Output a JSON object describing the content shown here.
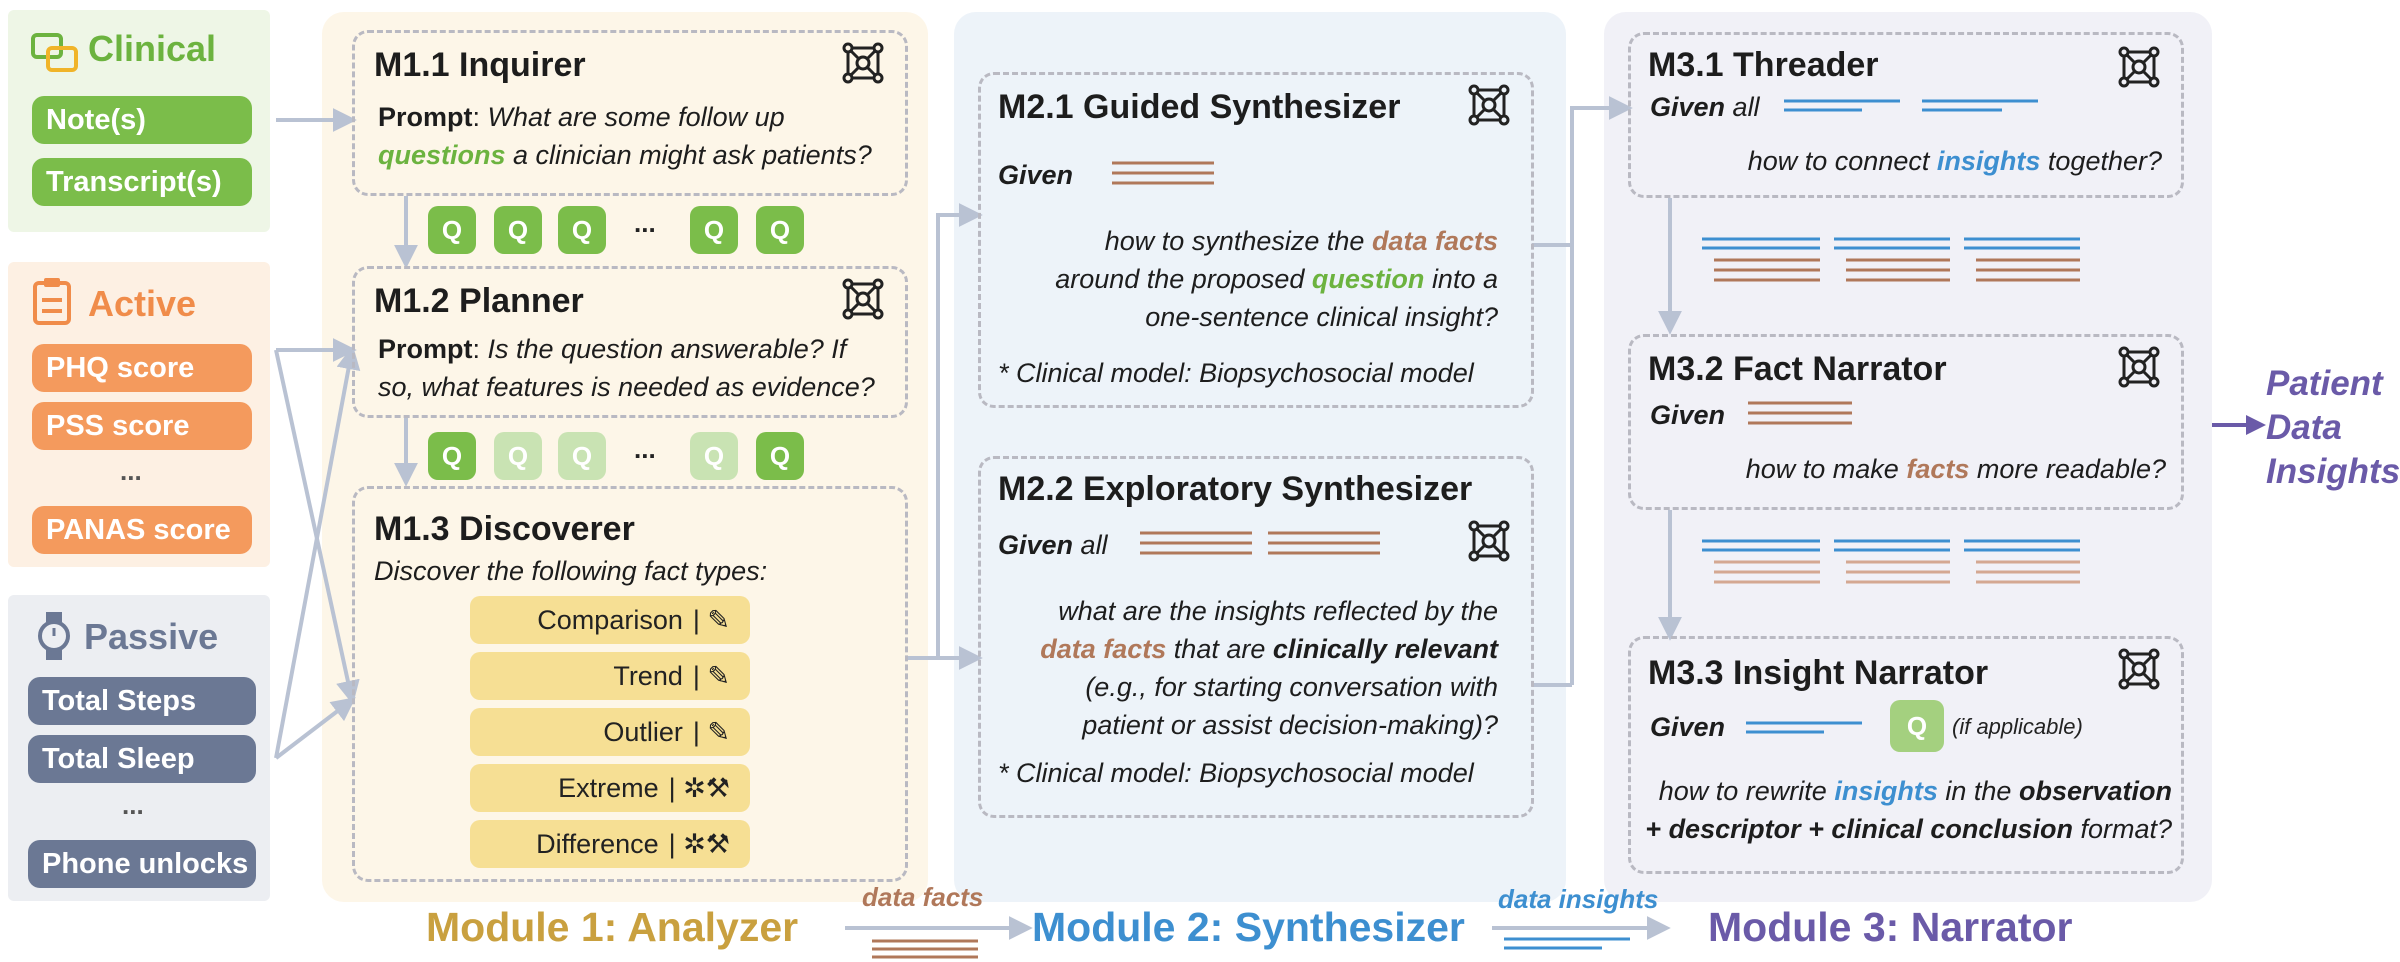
{
  "inputs": {
    "clinical": {
      "label": "Clinical",
      "items": [
        "Note(s)",
        "Transcript(s)"
      ]
    },
    "active": {
      "label": "Active",
      "items": [
        "PHQ score",
        "PSS score",
        "...",
        "PANAS score"
      ]
    },
    "passive": {
      "label": "Passive",
      "items": [
        "Total Steps",
        "Total Sleep",
        "...",
        "Phone unlocks"
      ]
    }
  },
  "module1": {
    "label": "Module 1: Analyzer",
    "m11": {
      "title": "M1.1 Inquirer",
      "prompt_label": "Prompt",
      "text_a": "What are some follow up",
      "highlight": "questions",
      "text_b": "a clinician might ask patients?"
    },
    "q_letter": "Q",
    "ellipsis": "...",
    "m12": {
      "title": "M1.2 Planner",
      "prompt_label": "Prompt",
      "line1": "Is the question answerable? If",
      "line2": "so, what features is needed as evidence?"
    },
    "m13": {
      "title": "M1.3 Discoverer",
      "subtitle": "Discover the following fact types:",
      "fact_types": [
        "Comparison",
        "Trend",
        "Outlier",
        "Extreme",
        "Difference"
      ]
    }
  },
  "flow1": {
    "label": "data facts"
  },
  "module2": {
    "label": "Module 2: Synthesizer",
    "m21": {
      "title": "M2.1 Guided Synthesizer",
      "given": "Given",
      "l1a": "how to synthesize the",
      "l1b": "data facts",
      "l2a": "around the proposed",
      "l2b": "question",
      "l2c": "into a",
      "l3": "one-sentence clinical insight?",
      "note": "* Clinical model: Biopsychosocial model"
    },
    "m22": {
      "title": "M2.2 Exploratory Synthesizer",
      "given": "Given",
      "given_all": "all",
      "l1": "what are the insights reflected by the",
      "l2a": "data facts",
      "l2b": "that are",
      "l2c": "clinically relevant",
      "l3": "(e.g., for starting conversation with",
      "l4": "patient or assist decision-making)?",
      "note": "* Clinical model: Biopsychosocial model"
    }
  },
  "flow2": {
    "label": "data insights"
  },
  "module3": {
    "label": "Module 3: Narrator",
    "m31": {
      "title": "M3.1 Threader",
      "given": "Given",
      "given_all": "all",
      "l1a": "how to connect",
      "l1b": "insights",
      "l1c": "together?"
    },
    "m32": {
      "title": "M3.2 Fact Narrator",
      "given": "Given",
      "l1a": "how to make",
      "l1b": "facts",
      "l1c": "more readable?"
    },
    "m33": {
      "title": "M3.3 Insight Narrator",
      "given": "Given",
      "if_app": "(if applicable)",
      "l1a": "how to rewrite",
      "l1b": "insights",
      "l1c": "in the",
      "l1d": "observation",
      "l2a": "+ descriptor + clinical conclusion",
      "l2b": "format?"
    }
  },
  "output": {
    "lines": [
      "Patient",
      "Data",
      "Insights"
    ]
  },
  "colors": {
    "green": "#6cb33f",
    "orange": "#f08c4a",
    "slate": "#6b7894",
    "brown": "#b0785a",
    "blue": "#3d8fd0",
    "purple": "#6a5aa8",
    "gold": "#c9a03f"
  }
}
